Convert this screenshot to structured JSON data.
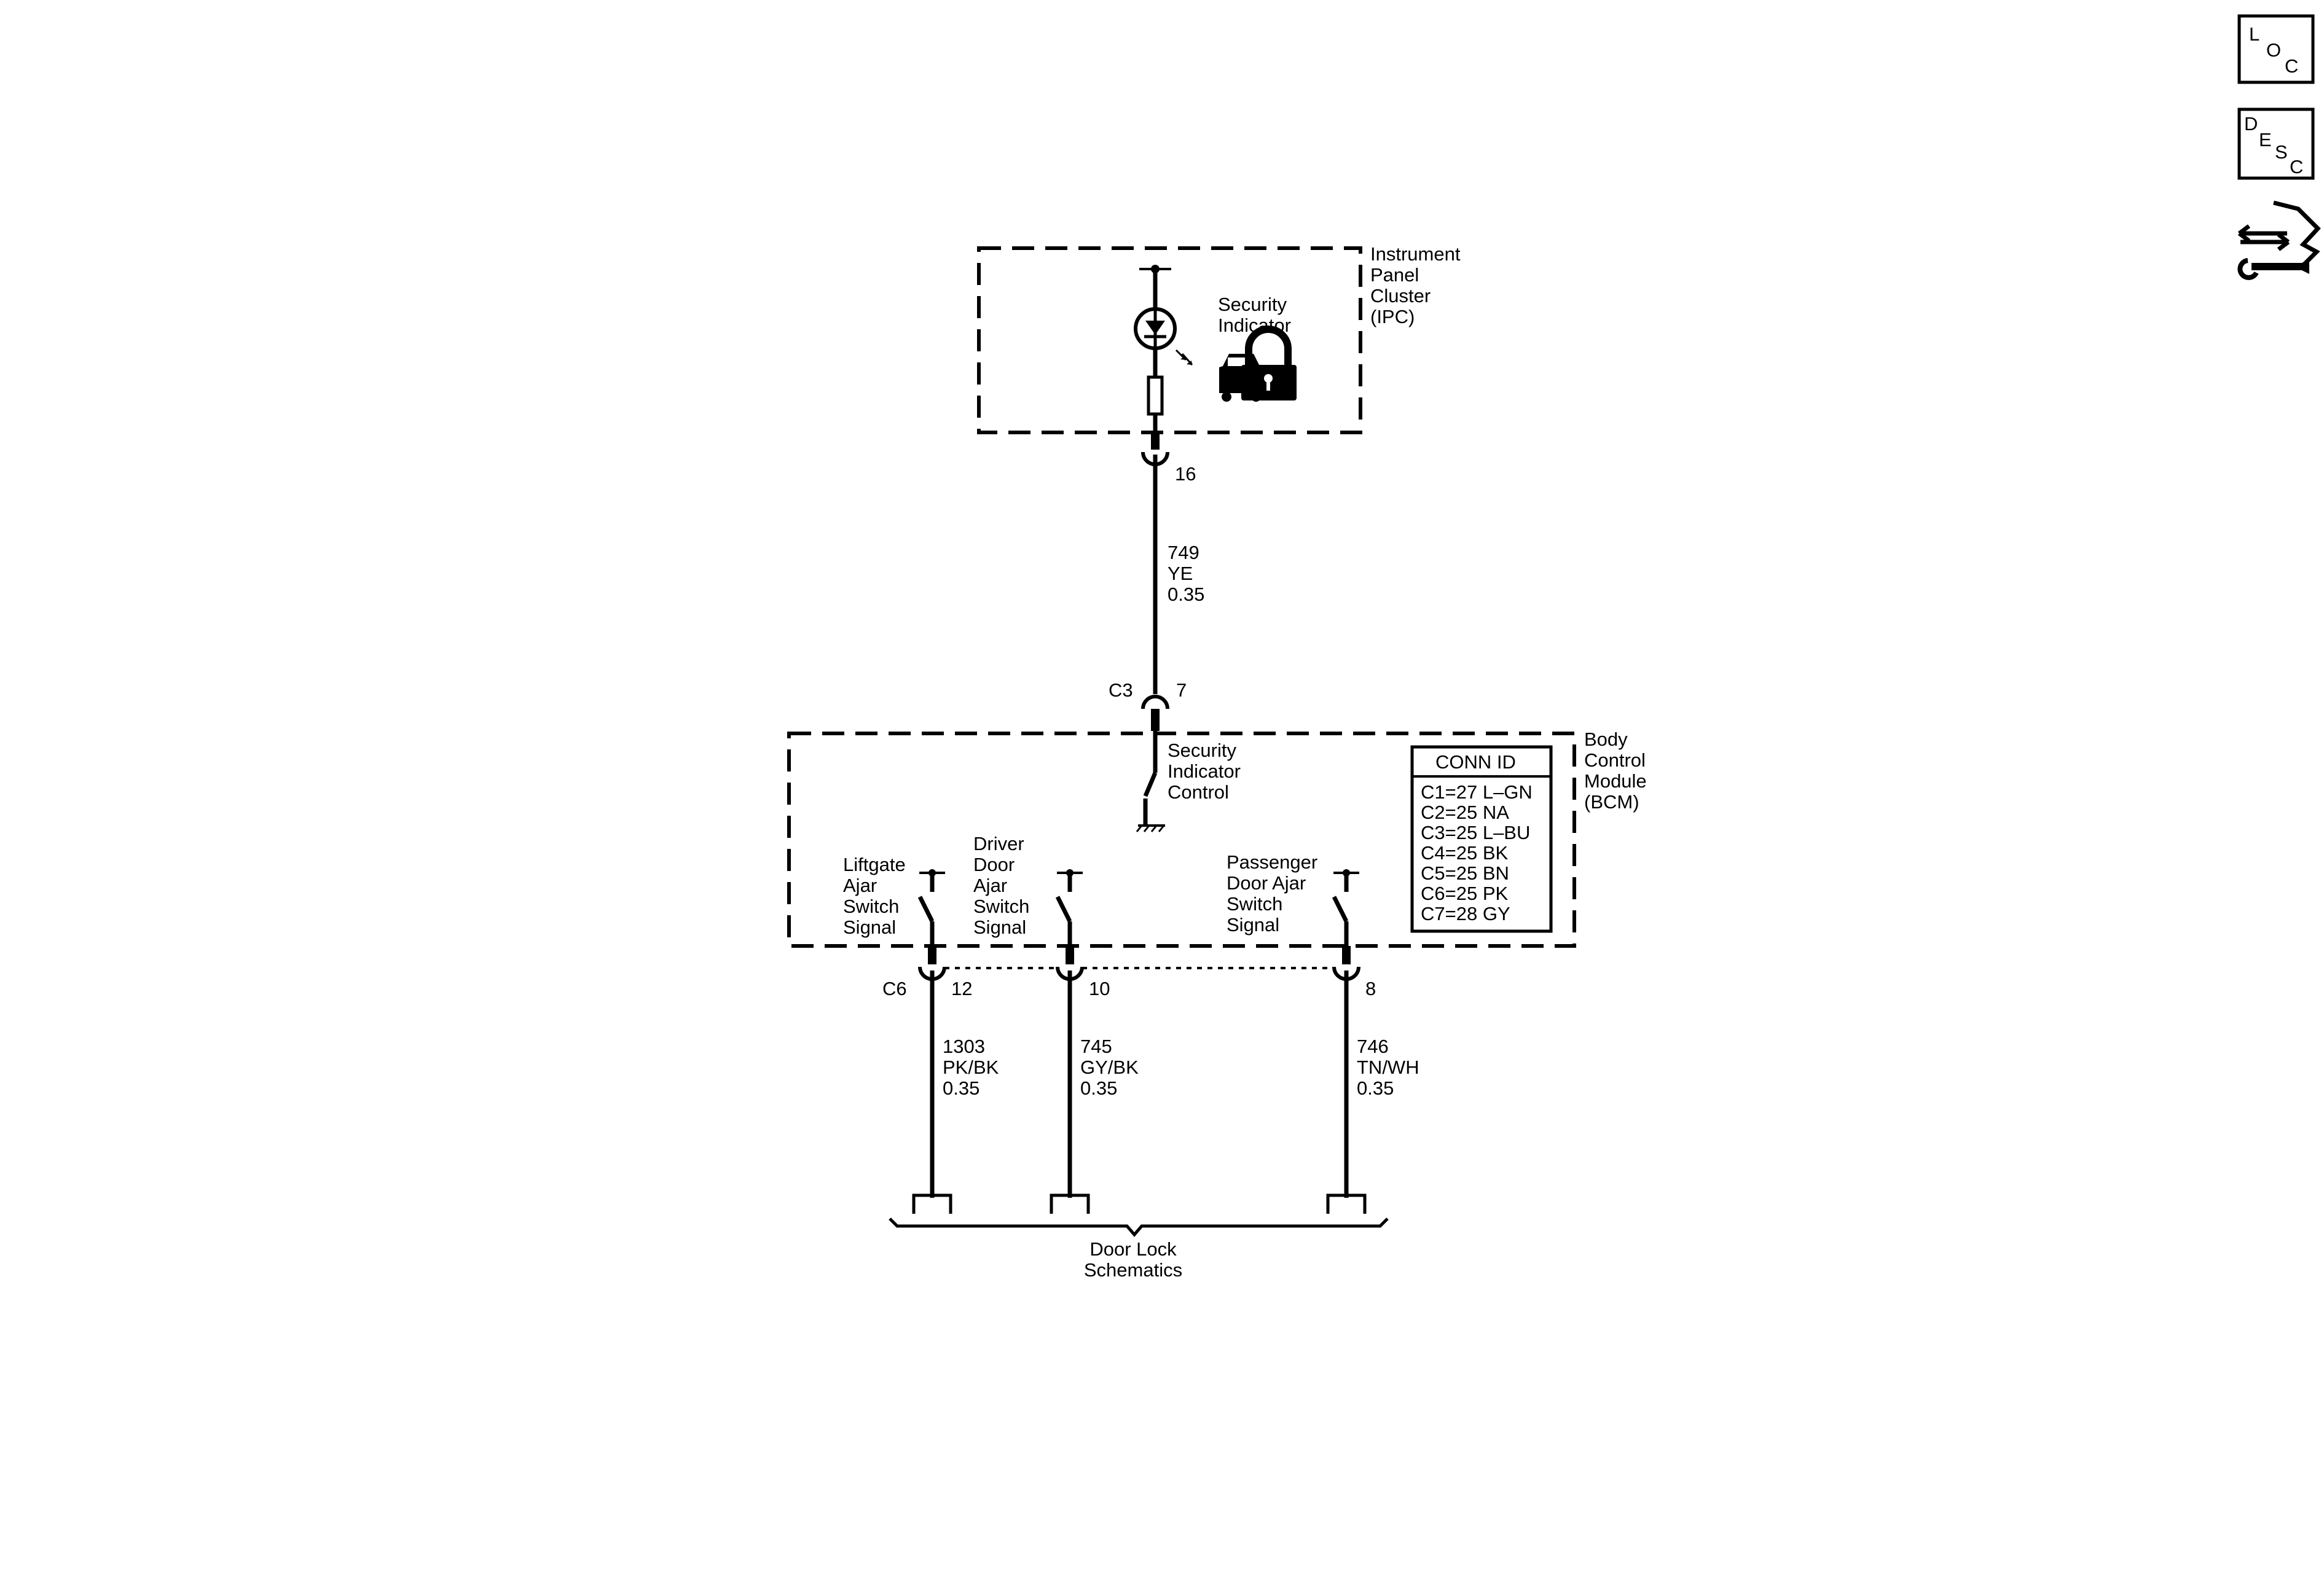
{
  "side_buttons": {
    "loc": {
      "l1": "L",
      "l2": "O",
      "l3": "C"
    },
    "desc": {
      "l1": "D",
      "l2": "E",
      "l3": "S",
      "l4": "C"
    },
    "connector_icon": "wiring-connector-tool-icon"
  },
  "ipc": {
    "title": [
      "Instrument",
      "Panel",
      "Cluster",
      "(IPC)"
    ],
    "indicator_label": [
      "Security",
      "Indicator"
    ],
    "indicator_icon": "car-padlock-icon",
    "pin": "16"
  },
  "wire_749": {
    "circuit": "749",
    "color": "YE",
    "gauge": "0.35"
  },
  "c3": {
    "connector": "C3",
    "pin": "7"
  },
  "bcm": {
    "title": [
      "Body",
      "Control",
      "Module",
      "(BCM)"
    ],
    "security_control": [
      "Security",
      "Indicator",
      "Control"
    ],
    "conn_id": {
      "header": "CONN ID",
      "rows": [
        "C1=27 L–GN",
        "C2=25 NA",
        "C3=25 L–BU",
        "C4=25 BK",
        "C5=25 BN",
        "C6=25 PK",
        "C7=28 GY"
      ]
    },
    "switches": {
      "liftgate": [
        "Liftgate",
        "Ajar",
        "Switch",
        "Signal"
      ],
      "driver": [
        "Driver",
        "Door",
        "Ajar",
        "Switch",
        "Signal"
      ],
      "passenger": [
        "Passenger",
        "Door Ajar",
        "Switch",
        "Signal"
      ]
    }
  },
  "c6": {
    "connector": "C6",
    "pins": [
      "12",
      "10",
      "8"
    ]
  },
  "wires": [
    {
      "circuit": "1303",
      "color": "PK/BK",
      "gauge": "0.35"
    },
    {
      "circuit": "745",
      "color": "GY/BK",
      "gauge": "0.35"
    },
    {
      "circuit": "746",
      "color": "TN/WH",
      "gauge": "0.35"
    }
  ],
  "destination": [
    "Door Lock",
    "Schematics"
  ]
}
